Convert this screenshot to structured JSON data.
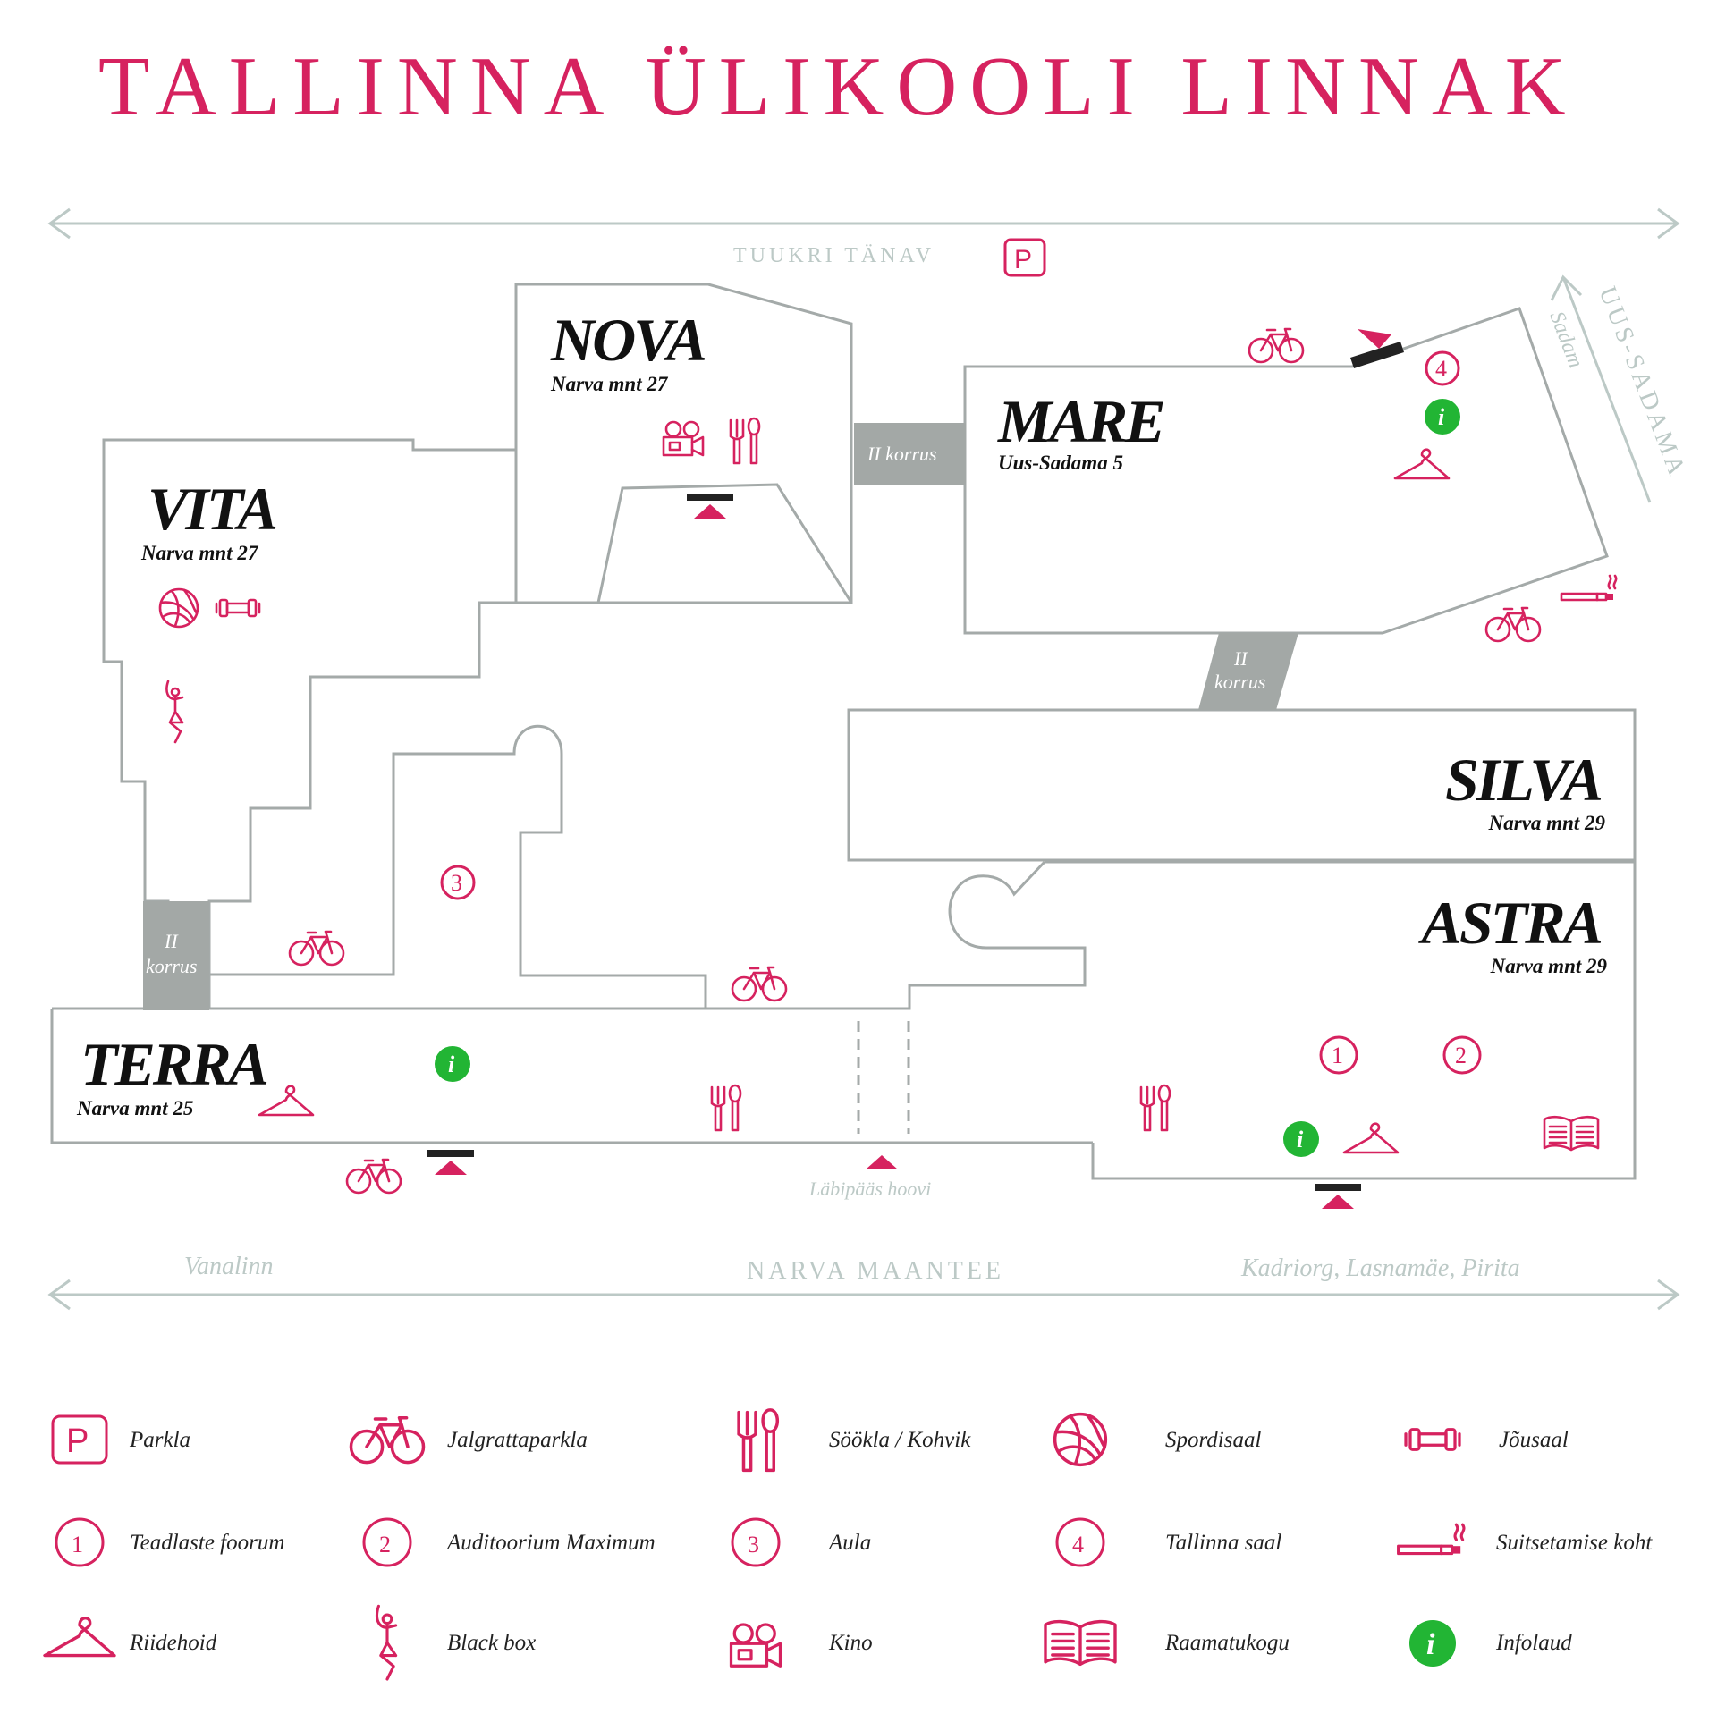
{
  "title": "TALLINNA ÜLIKOOLI LINNAK",
  "streets": {
    "top": "TUUKRI TÄNAV",
    "bottom": "NARVA MAANTEE",
    "right_main": "UUS-SADAMA",
    "right_sub": "Sadam",
    "bottom_left": "Vanalinn",
    "bottom_right": "Kadriorg, Lasnamäe, Pirita",
    "passage": "Läbipääs hoovi"
  },
  "buildings": [
    {
      "name": "NOVA",
      "address": "Narva mnt 27"
    },
    {
      "name": "MARE",
      "address": "Uus-Sadama 5"
    },
    {
      "name": "VITA",
      "address": "Narva mnt 27"
    },
    {
      "name": "SILVA",
      "address": "Narva mnt 29"
    },
    {
      "name": "ASTRA",
      "address": "Narva mnt 29"
    },
    {
      "name": "TERRA",
      "address": "Narva mnt 25"
    }
  ],
  "connectors": {
    "line1": "II",
    "line2": "korrus",
    "inline": "II korrus"
  },
  "markers": {
    "one": "1",
    "two": "2",
    "three": "3",
    "four": "4",
    "info": "i",
    "parking": "P"
  },
  "legend": [
    {
      "icon": "parking-icon",
      "label": "Parkla"
    },
    {
      "icon": "bicycle-icon",
      "label": "Jalgrattaparkla"
    },
    {
      "icon": "cutlery-icon",
      "label": "Söökla / Kohvik"
    },
    {
      "icon": "volleyball-icon",
      "label": "Spordisaal"
    },
    {
      "icon": "dumbbell-icon",
      "label": "Jõusaal"
    },
    {
      "icon": "number-1-icon",
      "label": "Teadlaste foorum"
    },
    {
      "icon": "number-2-icon",
      "label": "Auditoorium Maximum"
    },
    {
      "icon": "number-3-icon",
      "label": "Aula"
    },
    {
      "icon": "number-4-icon",
      "label": "Tallinna saal"
    },
    {
      "icon": "cigarette-icon",
      "label": "Suitsetamise koht"
    },
    {
      "icon": "hanger-icon",
      "label": "Riidehoid"
    },
    {
      "icon": "dancer-icon",
      "label": "Black box"
    },
    {
      "icon": "camera-icon",
      "label": "Kino"
    },
    {
      "icon": "book-icon",
      "label": "Raamatukogu"
    },
    {
      "icon": "info-icon",
      "label": "Infolaud"
    }
  ],
  "colors": {
    "accent": "#d6225f",
    "outline": "#a4aaa9",
    "street": "#bcc9c6",
    "connector": "#a3a8a6",
    "info": "#22b534"
  }
}
